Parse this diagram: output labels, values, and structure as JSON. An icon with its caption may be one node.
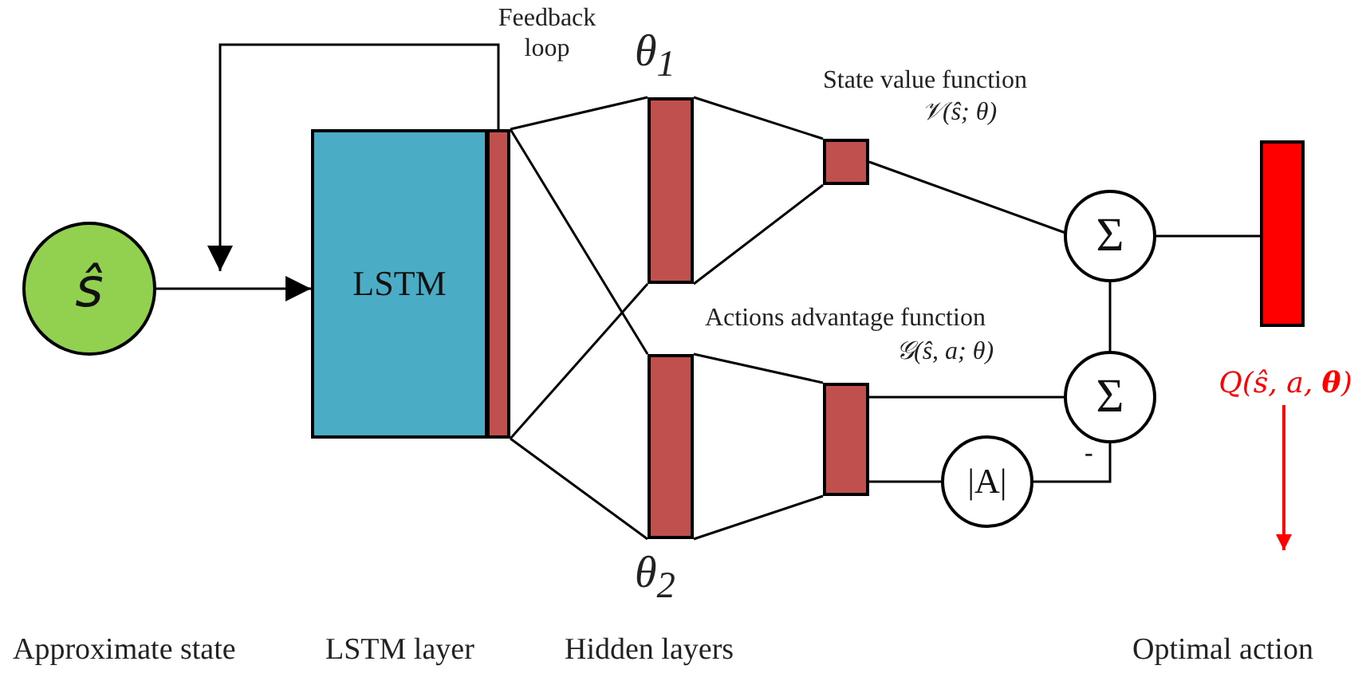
{
  "diagram": {
    "nodes": [
      {
        "text": [
          "ŝ"
        ]
      },
      {
        "text": [
          "LSTM"
        ]
      },
      {
        "text": [],
        "shape": "bar"
      },
      {
        "text": [],
        "shape": "bar",
        "beside": [
          "θ$_{1}$"
        ]
      },
      {
        "text": [],
        "shape": "bar",
        "beside": [
          "θ$_{2}$"
        ]
      },
      {
        "text": [],
        "shape": "bar",
        "beside": [
          "State value function",
          "𝒱(ŝ; θ)"
        ]
      },
      {
        "text": [],
        "shape": "bar",
        "beside": [
          "Actions advantage function",
          "𝒢(ŝ, a; θ)"
        ]
      },
      {
        "text": [
          "Σ"
        ]
      },
      {
        "text": [
          "Σ"
        ]
      },
      {
        "text": [
          "|A|"
        ]
      },
      {
        "text": [],
        "shape": "bar"
      },
      {
        "text": [
          "Q(ŝ, a, **θ**)"
        ]
      }
    ],
    "edges": [
      {
        "from": 0,
        "to": 1,
        "arrow": "to"
      },
      {
        "from": 2,
        "to": null,
        "arrow": "to",
        "label": "Feedback loop"
      },
      {
        "from": 2,
        "to": 3,
        "arrow": "none"
      },
      {
        "from": 2,
        "to": 3,
        "arrow": "none"
      },
      {
        "from": 2,
        "to": 4,
        "arrow": "none"
      },
      {
        "from": 2,
        "to": 4,
        "arrow": "none"
      },
      {
        "from": 3,
        "to": 5,
        "arrow": "none"
      },
      {
        "from": 3,
        "to": 5,
        "arrow": "none"
      },
      {
        "from": 4,
        "to": 6,
        "arrow": "none"
      },
      {
        "from": 4,
        "to": 6,
        "arrow": "none"
      },
      {
        "from": 5,
        "to": 7,
        "arrow": "none"
      },
      {
        "from": 6,
        "to": 8,
        "arrow": "none"
      },
      {
        "from": 6,
        "to": 9,
        "arrow": "none"
      },
      {
        "from": 9,
        "to": 8,
        "arrow": "none",
        "label": "-"
      },
      {
        "from": 8,
        "to": 7,
        "arrow": "none"
      },
      {
        "from": 7,
        "to": 10,
        "arrow": "none"
      },
      {
        "from": 11,
        "to": null,
        "arrow": "to",
        "color": "#ff0000"
      }
    ],
    "labels": [
      "Approximate state",
      "LSTM layer",
      "Hidden layers",
      "Optimal action"
    ]
  }
}
